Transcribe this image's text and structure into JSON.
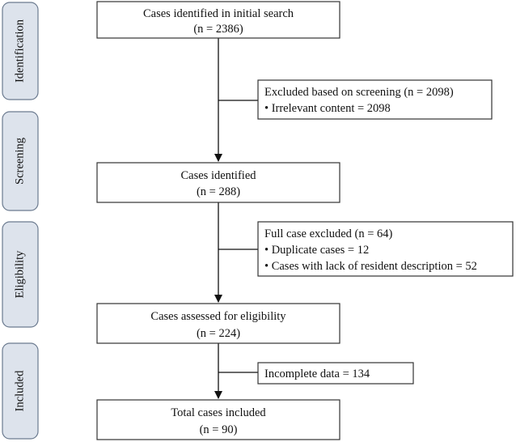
{
  "phases": [
    {
      "label": "Identification"
    },
    {
      "label": "Screening"
    },
    {
      "label": "Eligibility"
    },
    {
      "label": "Included"
    }
  ],
  "main_boxes": [
    {
      "lines": [
        "Cases identified in initial search",
        "(n = 2386)"
      ]
    },
    {
      "lines": [
        "Cases identified",
        "(n = 288)"
      ]
    },
    {
      "lines": [
        "Cases assessed for eligibility",
        "(n = 224)"
      ]
    },
    {
      "lines": [
        "Total cases included",
        "(n = 90)"
      ]
    }
  ],
  "side_boxes": [
    {
      "lines": [
        "Excluded based on screening (n = 2098)",
        "• Irrelevant content = 2098"
      ]
    },
    {
      "lines": [
        "Full case excluded (n = 64)",
        "• Duplicate cases = 12",
        "• Cases with lack of resident description = 52"
      ]
    },
    {
      "lines": [
        "Incomplete data = 134"
      ]
    }
  ],
  "colors": {
    "phase_fill": "#dde3ec",
    "phase_border": "#6b7a8f",
    "box_border": "#333333",
    "arrow": "#111111"
  }
}
